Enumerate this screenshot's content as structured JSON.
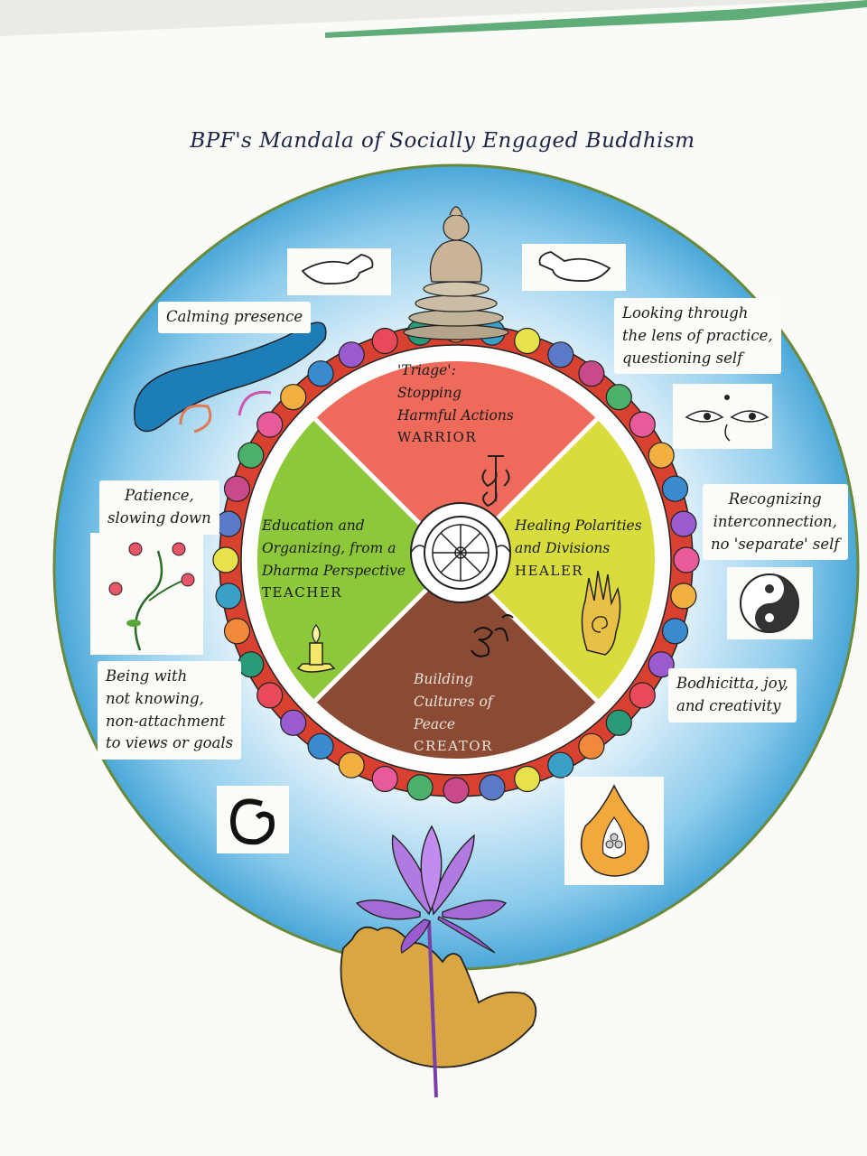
{
  "title": "BPF's Mandala of Socially Engaged Buddhism",
  "quadrants": {
    "warrior": {
      "lines": [
        "'Triage':",
        "Stopping",
        "Harmful Actions"
      ],
      "role": "WARRIOR",
      "color": "#ee6a5a",
      "icon": "warrior-symbol-icon"
    },
    "healer": {
      "lines": [
        "Healing Polarities",
        "and Divisions"
      ],
      "role": "HEALER",
      "color": "#d8dc3c",
      "icon": "healing-hand-icon"
    },
    "creator": {
      "lines": [
        "Building",
        "Cultures of",
        "Peace"
      ],
      "role": "CREATOR",
      "color": "#8b4a33",
      "icon": "om-icon"
    },
    "teacher": {
      "lines": [
        "Education and",
        "Organizing, from a",
        "Dharma Perspective"
      ],
      "role": "TEACHER",
      "color": "#8cc83a",
      "icon": "candle-icon"
    }
  },
  "outer_notes": {
    "calming": {
      "lines": [
        "Calming presence"
      ],
      "icon": "wind-cloud-icon"
    },
    "looking": {
      "lines": [
        "Looking through",
        "the lens of practice,",
        "questioning self"
      ],
      "icon": "buddha-eyes-icon"
    },
    "patience": {
      "lines": [
        "Patience,",
        "slowing down"
      ],
      "icon": "flower-sprig-icon"
    },
    "recognizing": {
      "lines": [
        "Recognizing",
        "interconnection,",
        "no 'separate' self"
      ],
      "icon": "yin-yang-icon"
    },
    "being": {
      "lines": [
        "Being with",
        "not knowing,",
        "non-attachment",
        "to views or goals"
      ],
      "icon": "enso-spiral-icon"
    },
    "bodhicitta": {
      "lines": [
        "Bodhicitta, joy,",
        "and creativity"
      ],
      "icon": "flame-jewel-icon"
    }
  },
  "icons": [
    "buddha-icon",
    "dove-icon",
    "dharma-wheel-icon",
    "lotus-icon",
    "hand-holding-lotus-icon"
  ],
  "colors": {
    "sky_blue": "#5fb6e0",
    "petal_red": "#d8412f",
    "ink": "#1d2445",
    "lotus_purple": "#a46bd6",
    "hand_ochre": "#d9a642"
  }
}
